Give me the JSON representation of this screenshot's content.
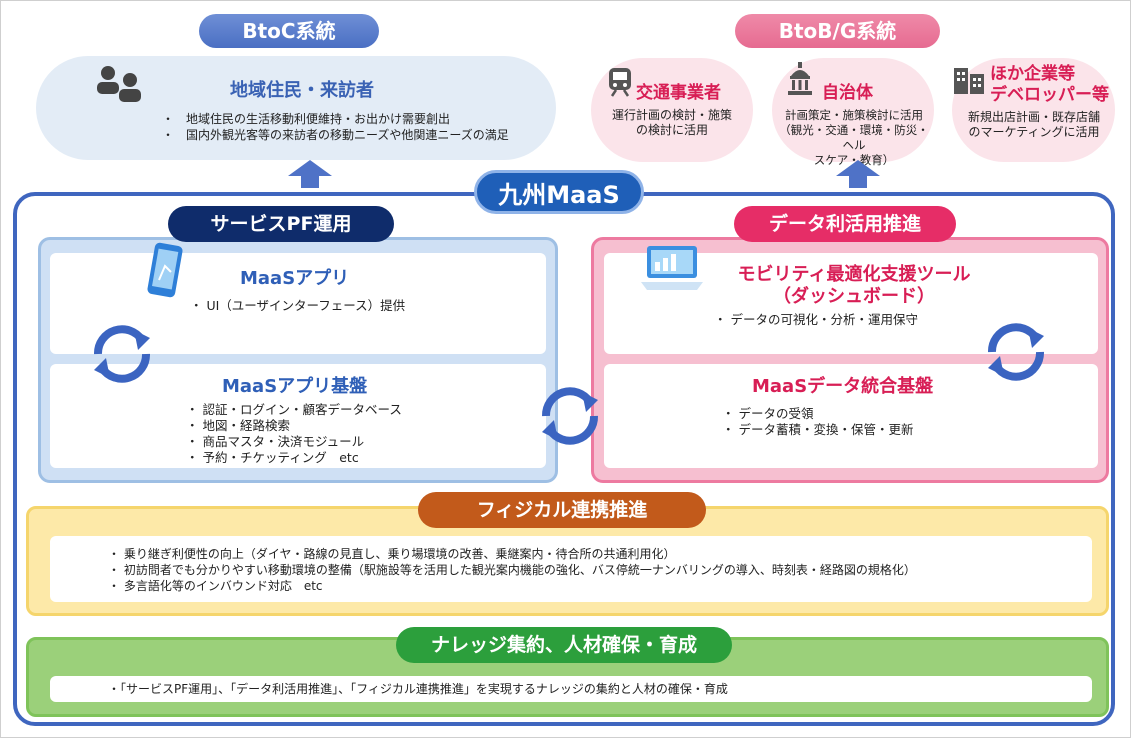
{
  "top": {
    "btoc_label": "BtoC系統",
    "btob_label": "BtoB/G系統",
    "btoc": {
      "title": "地域住民・来訪者",
      "items": [
        "・　地域住民の生活移動利便維持・お出かけ需要創出",
        "・　国内外観光客等の来訪者の移動ニーズや他関連ニーズの満足"
      ]
    },
    "btob": [
      {
        "title": "交通事業者",
        "desc": "運行計画の検討・施策\nの検討に活用"
      },
      {
        "title": "自治体",
        "desc": "計画策定・施策検討に活用\n（観光・交通・環境・防災・ヘル\nスケア・教育）"
      },
      {
        "title": "ほか企業等\nデベロッパー等",
        "desc": "新規出店計画・既存店舗\nのマーケティングに活用"
      }
    ]
  },
  "center": {
    "title": "九州MaaS"
  },
  "service": {
    "label": "サービスPF運用",
    "app_title": "MaaSアプリ",
    "app_items": [
      "・ UI（ユーザインターフェース）提供"
    ],
    "base_title": "MaaSアプリ基盤",
    "base_items": [
      "・ 認証・ログイン・顧客データベース",
      "・ 地図・経路検索",
      "・ 商品マスタ・決済モジュール",
      "・ 予約・チケッティング　etc"
    ]
  },
  "data": {
    "label": "データ利活用推進",
    "tool_title": "モビリティ最適化支援ツール\n（ダッシュボード）",
    "tool_items": [
      "・ データの可視化・分析・運用保守"
    ],
    "base_title": "MaaSデータ統合基盤",
    "base_items": [
      "・ データの受領",
      "・ データ蓄積・変換・保管・更新"
    ]
  },
  "physical": {
    "label": "フィジカル連携推進",
    "items": [
      "・ 乗り継ぎ利便性の向上（ダイヤ・路線の見直し、乗り場環境の改善、乗継案内・待合所の共通利用化）",
      "・ 初訪問者でも分かりやすい移動環境の整備（駅施設等を活用した観光案内機能の強化、バス停統一ナンバリングの導入、時刻表・経路図の規格化）",
      "・ 多言語化等のインバウンド対応　etc"
    ]
  },
  "knowledge": {
    "label": "ナレッジ集約、人材確保・育成",
    "items": [
      "・「サービスPF運用」、「データ利活用推進」、「フィジカル連携推進」を実現するナレッジの集約と人材の確保・育成"
    ]
  },
  "colors": {
    "blue": "#3f66bf",
    "pink": "#e62d67",
    "yellow": "#f5d56c",
    "green": "#2c9f3c"
  }
}
